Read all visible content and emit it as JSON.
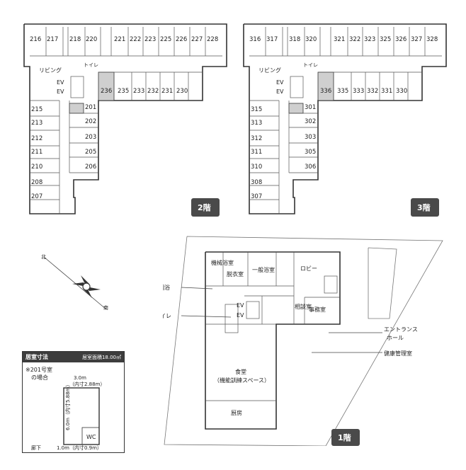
{
  "floor2": {
    "rooms_top": [
      "216",
      "217",
      "218",
      "220",
      "221",
      "222",
      "223",
      "225",
      "226",
      "227",
      "228"
    ],
    "rooms_mid": [
      "236",
      "235",
      "233",
      "232",
      "231",
      "230"
    ],
    "rooms_left": [
      "215",
      "213",
      "212",
      "211",
      "210",
      "208",
      "207"
    ],
    "rooms_inner": [
      "201",
      "202",
      "203",
      "205",
      "206"
    ],
    "living": "リビング",
    "toilet": "トイレ",
    "ev1": "EV",
    "ev2": "EV",
    "badge": "2階"
  },
  "floor3": {
    "rooms_top": [
      "316",
      "317",
      "318",
      "320",
      "321",
      "322",
      "323",
      "325",
      "326",
      "327",
      "328"
    ],
    "rooms_mid": [
      "336",
      "335",
      "333",
      "332",
      "331",
      "330"
    ],
    "rooms_left": [
      "315",
      "313",
      "312",
      "311",
      "310",
      "308",
      "307"
    ],
    "rooms_inner": [
      "301",
      "302",
      "303",
      "305",
      "306"
    ],
    "living": "リビング",
    "toilet": "トイレ",
    "ev1": "EV",
    "ev2": "EV",
    "badge": "3階"
  },
  "floor1": {
    "machine_room": "機械浴室",
    "dressing": "脱衣室",
    "general_bath": "一般浴室",
    "lobby": "ロビー",
    "consult": "相談室",
    "office": "事務室",
    "ev1": "EV",
    "ev2": "EV",
    "dining1": "食堂",
    "dining2": "（機能訓練スペース）",
    "kitchen": "厨房",
    "callout_bath": "個浴",
    "callout_toilet": "トイレ",
    "callout_entrance1": "エントランス",
    "callout_entrance2": "ホール",
    "callout_health": "健康管理室",
    "badge": "1階"
  },
  "compass": {
    "north_label": "北",
    "south_label": "南"
  },
  "room_size": {
    "title": "居室寸法",
    "area": "居室面積18.00㎡",
    "note1": "※201号室",
    "note2": "の場合",
    "width": "3.0m",
    "width_inner": "（内寸2.88m）",
    "depth": "6.0m（内寸5.88m）",
    "wc": "WC",
    "corridor": "廊下",
    "door": "1.0m（内寸0.9m）"
  },
  "colors": {
    "badge_bg": "#4a4a4a",
    "highlight": "#cfcfcf"
  }
}
